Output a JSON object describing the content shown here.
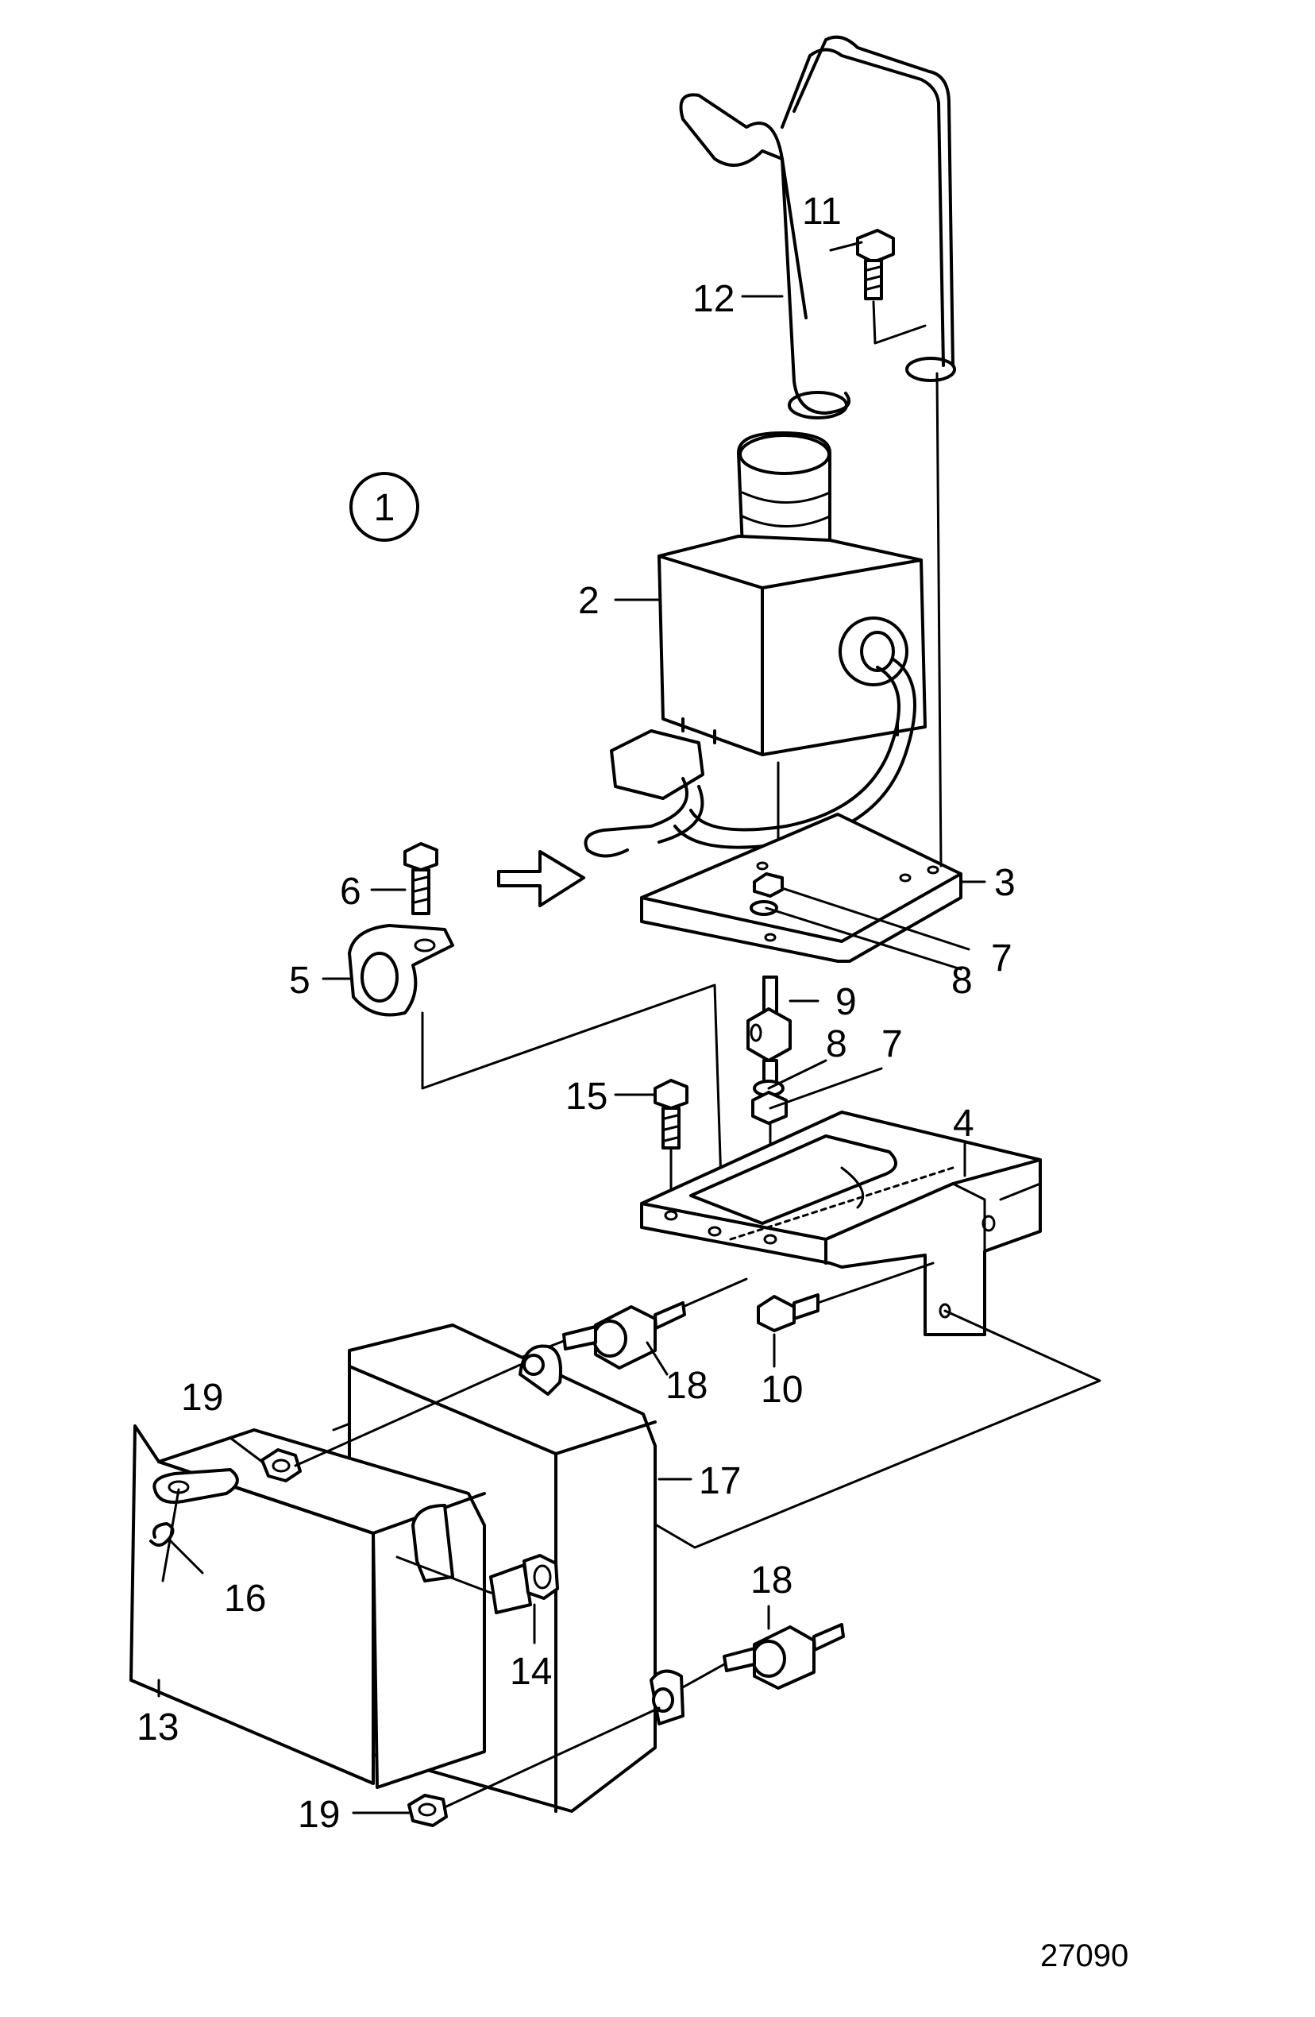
{
  "figure_number": "27090",
  "view_marker": "1",
  "callouts": {
    "n2": "2",
    "n3": "3",
    "n4": "4",
    "n5": "5",
    "n6": "6",
    "n7a": "7",
    "n7b": "7",
    "n8a": "8",
    "n8b": "8",
    "n9": "9",
    "n10": "10",
    "n11": "11",
    "n12": "12",
    "n13": "13",
    "n14": "14",
    "n15": "15",
    "n16": "16",
    "n17": "17",
    "n18a": "18",
    "n18b": "18",
    "n19a": "19",
    "n19b": "19"
  }
}
